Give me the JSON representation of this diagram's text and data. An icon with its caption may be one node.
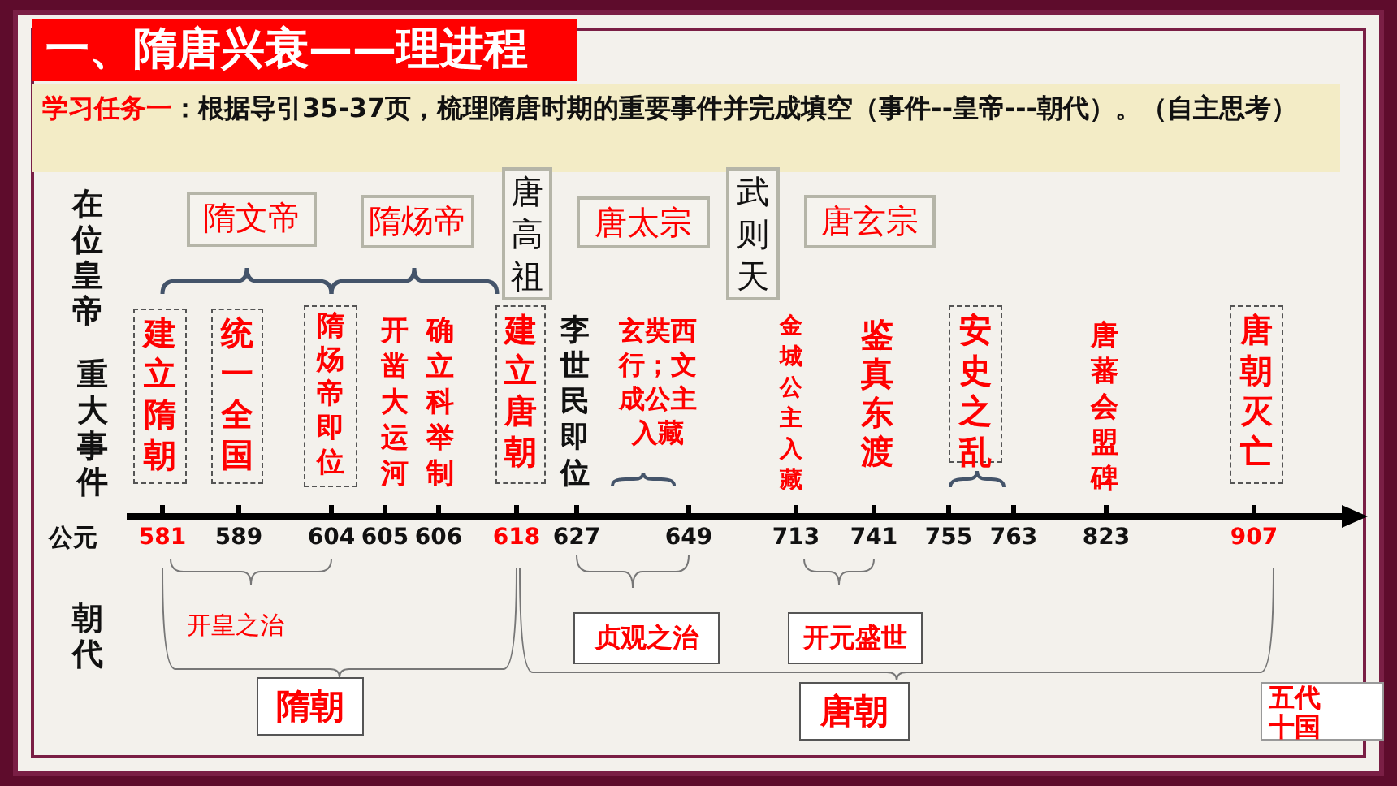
{
  "diagram": {
    "title": "一、隋唐兴衰——理进程",
    "nodes": [
      {
        "text": [
          "学习任务一",
          "：根据导引35-37页，梳理隋唐时期的重要事件并完成填空（事件--皇帝---朝代）。（自主思考）"
        ]
      },
      {
        "text": [
          "隋文帝"
        ]
      },
      {
        "text": [
          "隋炀帝"
        ]
      },
      {
        "text": [
          "唐高祖"
        ]
      },
      {
        "text": [
          "唐太宗"
        ]
      },
      {
        "text": [
          "武则天"
        ]
      },
      {
        "text": [
          "唐玄宗"
        ]
      },
      {
        "text": [
          "建立隋朝"
        ]
      },
      {
        "text": [
          "统一全国"
        ]
      },
      {
        "text": [
          "隋炀帝即位"
        ]
      },
      {
        "text": [
          "建立唐朝"
        ]
      },
      {
        "text": [
          "安史之乱"
        ]
      },
      {
        "text": [
          "唐朝灭亡"
        ]
      },
      {
        "text": [
          "贞观之治"
        ]
      },
      {
        "text": [
          "开元盛世"
        ]
      },
      {
        "text": [
          "隋朝"
        ]
      },
      {
        "text": [
          "唐朝"
        ]
      },
      {
        "text": [
          "五代十国"
        ]
      }
    ],
    "labels": [
      "在位皇帝",
      "重大事件",
      "开凿大运河",
      "确立科举制",
      "李世民即位",
      "玄奘西行；文成公主入藏",
      "金城公主入藏",
      "鉴真东渡",
      "唐蕃会盟碑",
      "公元",
      "581",
      "589",
      "604",
      "605",
      "606",
      "618",
      "627",
      "649",
      "713",
      "741",
      "755",
      "763",
      "823",
      "907",
      "朝代",
      "开皇之治"
    ]
  }
}
